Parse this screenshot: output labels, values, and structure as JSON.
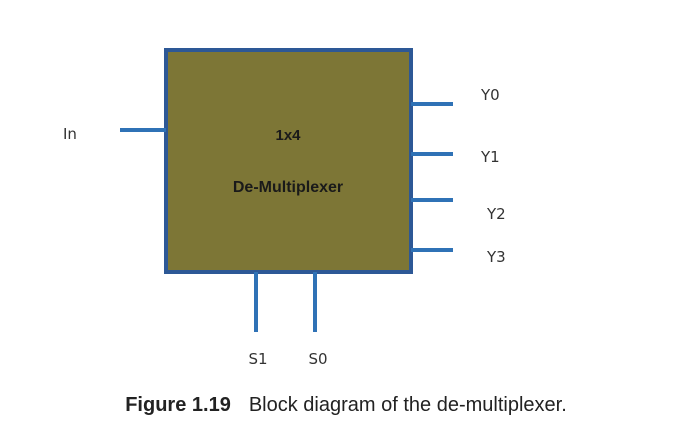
{
  "colors": {
    "block_fill": "#7d7636",
    "block_border": "#2d5896",
    "wire": "#2f72b6",
    "text": "#222222"
  },
  "block": {
    "title": "1x4",
    "name": "De-Multiplexer"
  },
  "ports": {
    "input": "In",
    "outputs": [
      "Y0",
      "Y1",
      "Y2",
      "Y3"
    ],
    "selects": [
      "S1",
      "S0"
    ]
  },
  "caption": {
    "label": "Figure 1.19",
    "text": "Block diagram of the de-multiplexer."
  }
}
